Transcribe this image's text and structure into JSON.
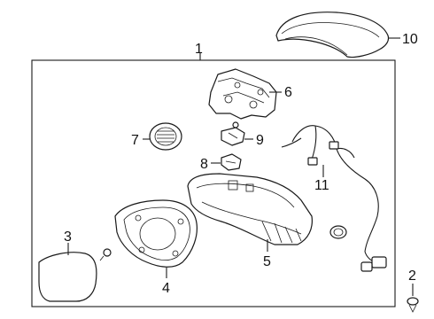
{
  "callouts": [
    {
      "id": "1",
      "part": "mirror-assembly-boundary"
    },
    {
      "id": "2",
      "part": "screw"
    },
    {
      "id": "3",
      "part": "mirror-glass"
    },
    {
      "id": "4",
      "part": "glass-backing-plate"
    },
    {
      "id": "5",
      "part": "mirror-housing"
    },
    {
      "id": "6",
      "part": "power-motor-bracket"
    },
    {
      "id": "7",
      "part": "blind-spot-lamp"
    },
    {
      "id": "8",
      "part": "clip"
    },
    {
      "id": "9",
      "part": "connector"
    },
    {
      "id": "10",
      "part": "mirror-cover-cap"
    },
    {
      "id": "11",
      "part": "wiring-harness"
    }
  ]
}
